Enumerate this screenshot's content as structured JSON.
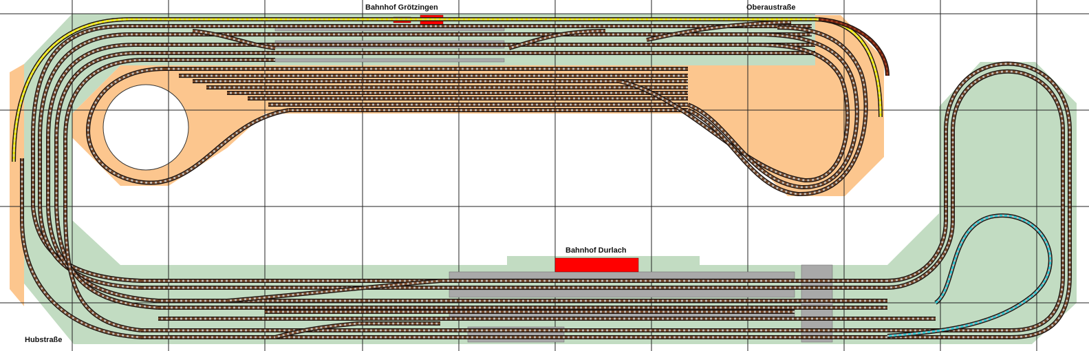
{
  "labels": {
    "station_top": "Bahnhof Grötzingen",
    "station_bottom": "Bahnhof Durlach",
    "location_top_right": "Oberaustraße",
    "location_bottom_left": "Hubstraße"
  },
  "colors": {
    "board_green": "#c2dcc2",
    "board_orange": "#fcc68e",
    "platform_gray": "#a9a9a9",
    "building_red": "#ff0000",
    "track_yellow": "#f4f000",
    "track_cyan": "#30c8d0"
  }
}
